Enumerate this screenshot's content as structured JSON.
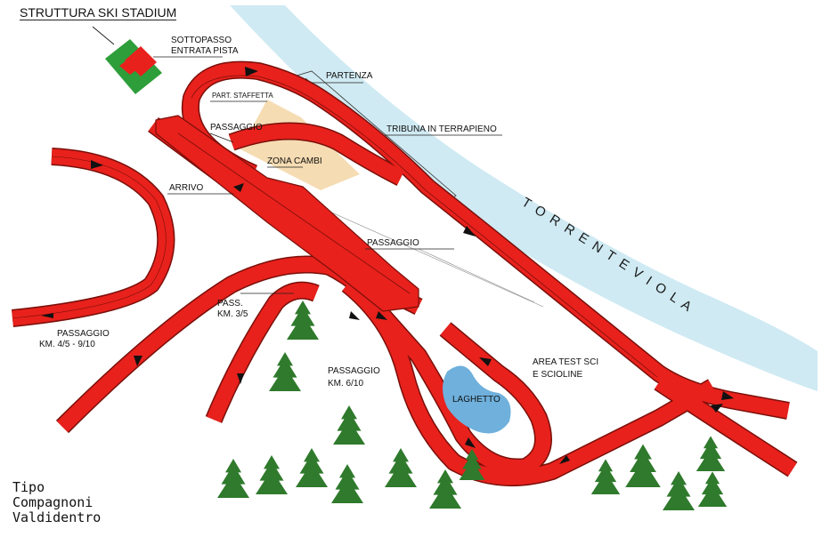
{
  "title": "STRUTTURA SKI STADIUM",
  "labels": {
    "sottopasso_line1": "SOTTOPASSO",
    "sottopasso_line2": "ENTRATA PISTA",
    "partenza": "PARTENZA",
    "part_staffetta": "PART. STAFFETTA",
    "passaggio_top": "PASSAGGIO",
    "tribuna": "TRIBUNA IN TERRAPIENO",
    "zona_cambi": "ZONA CAMBI",
    "arrivo": "ARRIVO",
    "passaggio_mid": "PASSAGGIO",
    "pass_km35_line1": "PASS.",
    "pass_km35_line2": "KM. 3/5",
    "passaggio_km45_line1": "PASSAGGIO",
    "passaggio_km45_line2": "KM. 4/5 - 9/10",
    "passaggio_km610_line1": "PASSAGGIO",
    "passaggio_km610_line2": "KM. 6/10",
    "laghetto": "LAGHETTO",
    "area_test_line1": "AREA TEST SCI",
    "area_test_line2": "E SCIOLINE",
    "river": "TORRENTE VIOLA"
  },
  "credit": [
    "Tipo",
    "Compagnoni",
    "Valdidentro"
  ],
  "colors": {
    "track": "#e8211c",
    "track_edge": "#7a0f0a",
    "river": "#cfeaf3",
    "lake": "#6fb0dc",
    "zona_cambi": "#f6dcb3",
    "building_green": "#2e9e3a",
    "building_red": "#e8211c",
    "tree": "#2f7a2c"
  }
}
